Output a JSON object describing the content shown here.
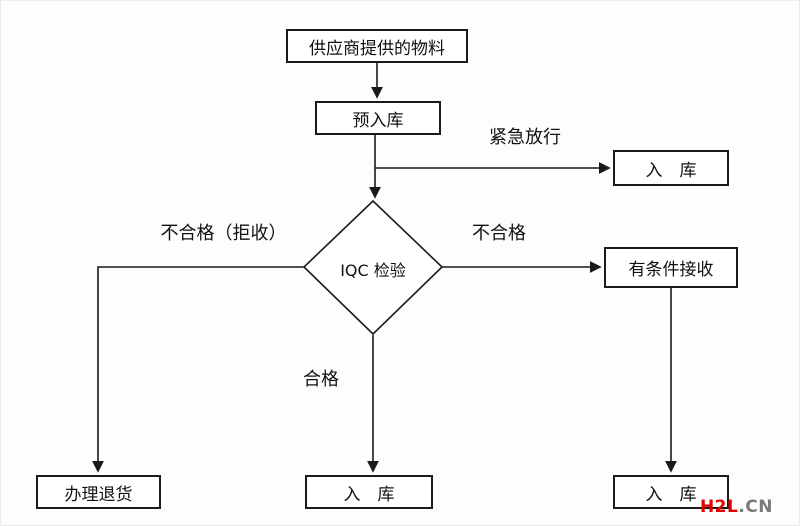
{
  "diagram": {
    "title": "IQC incoming material inspection flowchart",
    "nodes": {
      "supplier": "供应商提供的物料",
      "pre_storage": "预入库",
      "storage_emergency": "入　库",
      "iqc_check": "IQC 检验",
      "conditional_accept": "有条件接收",
      "return_goods": "办理退货",
      "storage_qualified": "入　库",
      "storage_conditional": "入　库"
    },
    "edge_labels": {
      "emergency_release": "紧急放行",
      "unqualified_reject": "不合格（拒收）",
      "unqualified": "不合格",
      "qualified": "合格"
    },
    "line_color": "#1a1a1a"
  },
  "watermark": {
    "brand": "H2L",
    "suffix": ".CN",
    "brand_color": "#e60000",
    "suffix_color": "#7a7a7a"
  }
}
